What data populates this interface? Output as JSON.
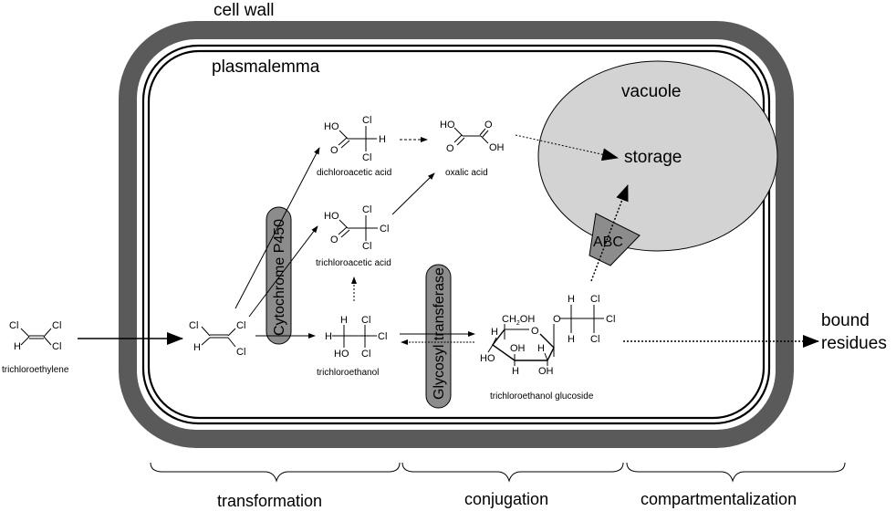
{
  "title": "Trichloroethylene metabolism in plant cell",
  "compartments": {
    "cell_wall": "cell wall",
    "plasmalemma": "plasmalemma",
    "vacuole": "vacuole",
    "storage": "storage",
    "bound_residues_line1": "bound",
    "bound_residues_line2": "residues"
  },
  "enzymes": {
    "cytochrome": "Cytochrome P450",
    "glycosyl": "Glycosyl transferase",
    "abc": "ABC"
  },
  "compounds": {
    "tce": "trichloroethylene",
    "dca": "dichloroacetic acid",
    "oxalic": "oxalic acid",
    "tca": "trichloroacetic acid",
    "tcoh": "trichloroethanol",
    "glucoside": "trichloroethanol glucoside"
  },
  "atoms": {
    "cl": "Cl",
    "h": "H",
    "ho": "HO",
    "o": "O",
    "oh": "OH",
    "ch2oh": "CH",
    "ch2oh_sub": "2",
    "ch2oh_tail": "OH"
  },
  "phases": [
    "transformation",
    "conjugation",
    "compartmentalization"
  ],
  "colors": {
    "cell_wall": "#5a5a5a",
    "enzyme_fill": "#8c8c8c",
    "vacuole_fill": "#d3d3d3",
    "abc_fill": "#8c8c8c"
  }
}
